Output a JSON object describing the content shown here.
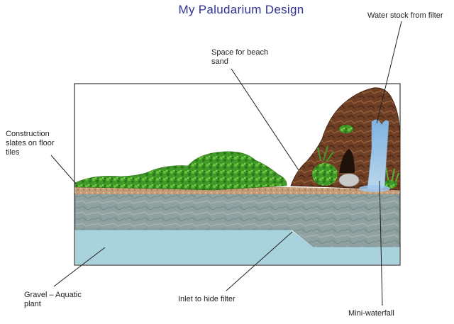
{
  "title": "My Paludarium Design",
  "labels": {
    "water_stock": "Water stock from filter",
    "beach_sand": "Space for beach\nsand",
    "construction": "Construction\nslates on floor\ntiles",
    "gravel": "Gravel – Aquatic\nplant",
    "inlet": "Inlet to hide filter",
    "waterfall": "Mini-waterfall"
  },
  "colors": {
    "title": "#2e3192",
    "outline": "#111111",
    "water": "#a9d3dc",
    "slate": "#8ea0a0",
    "rock": "#6b3c22",
    "moss": "#3f9a27",
    "sand": "#c7a07e",
    "waterfall": "#9dc8ee"
  }
}
